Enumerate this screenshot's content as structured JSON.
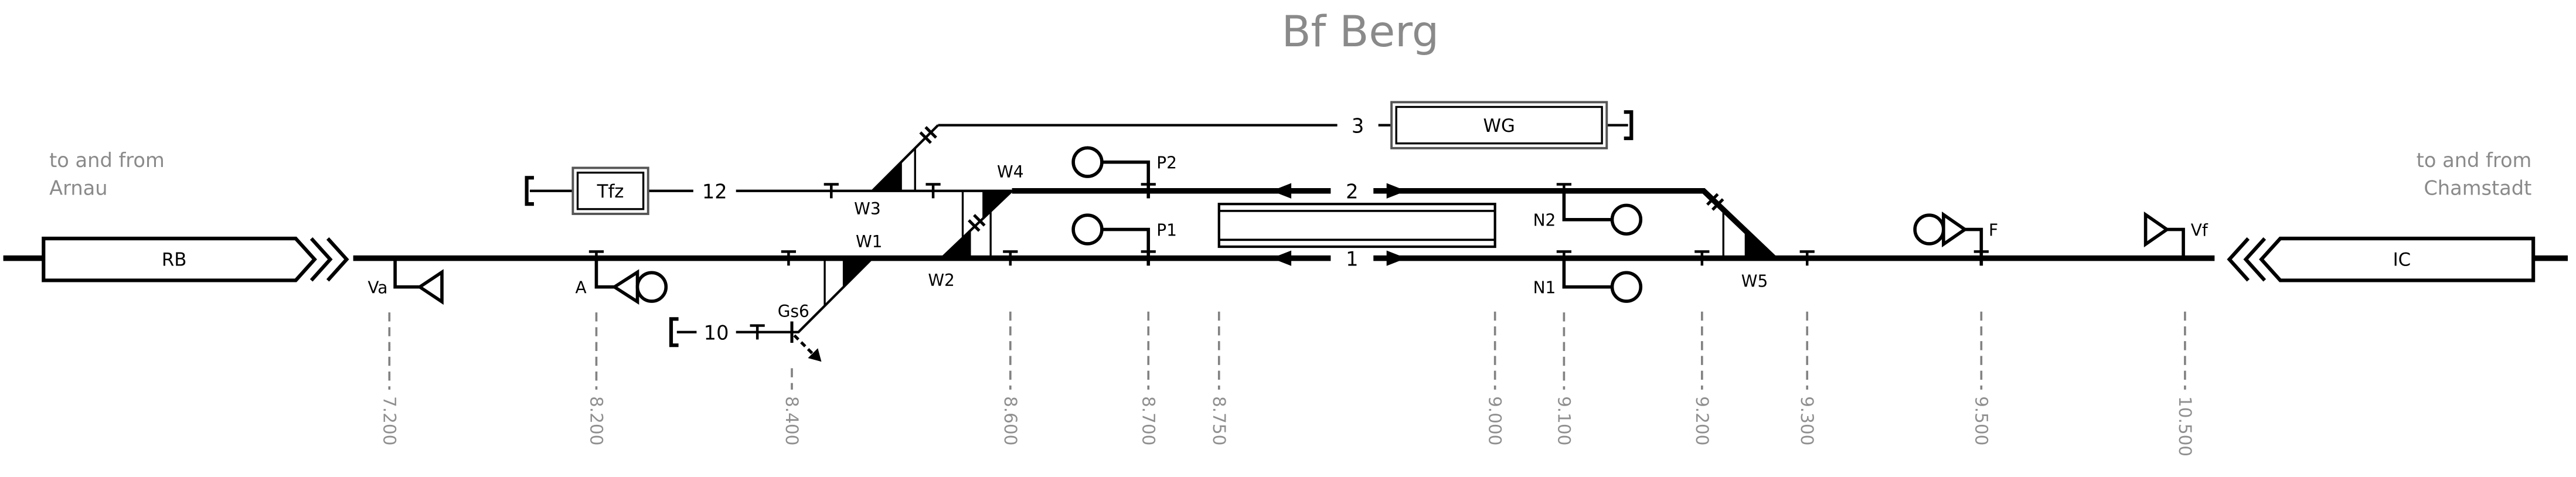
{
  "title": "Bf Berg",
  "notes": {
    "left1": "to and from",
    "left2": "Arnau",
    "right1": "to and from",
    "right2": "Chamstadt"
  },
  "boxes": {
    "rb": "RB",
    "ic": "IC",
    "tfz": "Tfz",
    "wg": "WG"
  },
  "tracks": {
    "t1": "1",
    "t2": "2",
    "t3": "3",
    "t10": "10",
    "t12": "12"
  },
  "switches": {
    "w1": "W1",
    "w2": "W2",
    "w3": "W3",
    "w4": "W4",
    "w5": "W5"
  },
  "derailer": "Gs6",
  "signals": {
    "va": "Va",
    "a": "A",
    "p1": "P1",
    "p2": "P2",
    "n1": "N1",
    "n2": "N2",
    "f": "F",
    "vf": "Vf"
  },
  "km": [
    "7.200",
    "8.200",
    "8.400",
    "8.600",
    "8.700",
    "8.750",
    "9.000",
    "9.100",
    "9.200",
    "9.300",
    "9.500",
    "10.500"
  ],
  "colors": {
    "line": "#000000",
    "muted_text": "#8a8a8a",
    "km_dash": "#828282"
  }
}
